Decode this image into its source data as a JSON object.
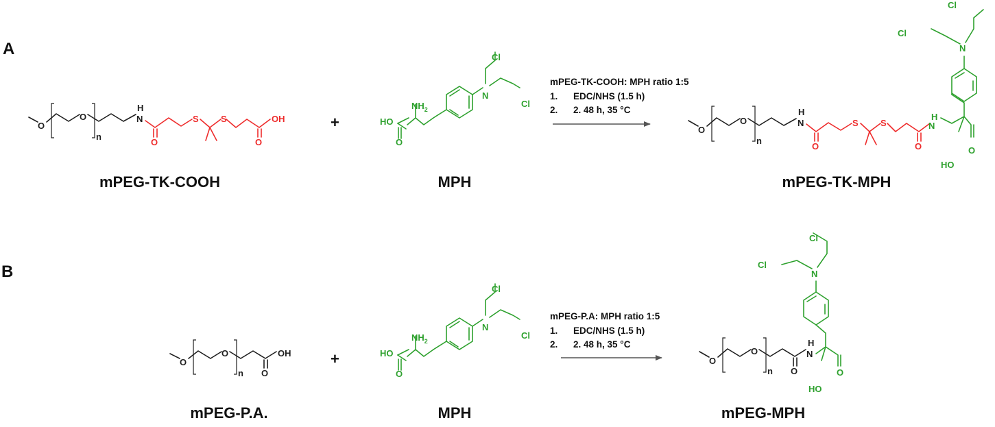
{
  "panels": {
    "a": {
      "label": "A",
      "reactant1_name": "mPEG-TK-COOH",
      "reactant2_name": "MPH",
      "product_name": "mPEG-TK-MPH",
      "plus": "+",
      "conditions": {
        "title": "mPEG-TK-COOH: MPH ratio 1:5",
        "step1_num": "1.",
        "step1_text": "EDC/NHS (1.5 h)",
        "step2_num": "2.",
        "step2_text": "2. 48 h, 35 °C"
      }
    },
    "b": {
      "label": "B",
      "reactant1_name": "mPEG-P.A.",
      "reactant2_name": "MPH",
      "product_name": "mPEG-MPH",
      "plus": "+",
      "conditions": {
        "title": "mPEG-P.A: MPH ratio 1:5",
        "step1_num": "1.",
        "step1_text": "EDC/NHS (1.5 h)",
        "step2_num": "2.",
        "step2_text": "2. 48 h, 35 °C"
      }
    }
  },
  "atoms": {
    "O": "O",
    "OH": "OH",
    "HO": "HO",
    "N": "N",
    "H": "H",
    "S": "S",
    "Cl": "Cl",
    "NH": "NH",
    "NH2_main": "NH",
    "NH2_sub": "2",
    "n": "n"
  },
  "colors": {
    "black": "#1f1f1f",
    "red": "#ee2b2b",
    "green": "#2ea12e"
  }
}
